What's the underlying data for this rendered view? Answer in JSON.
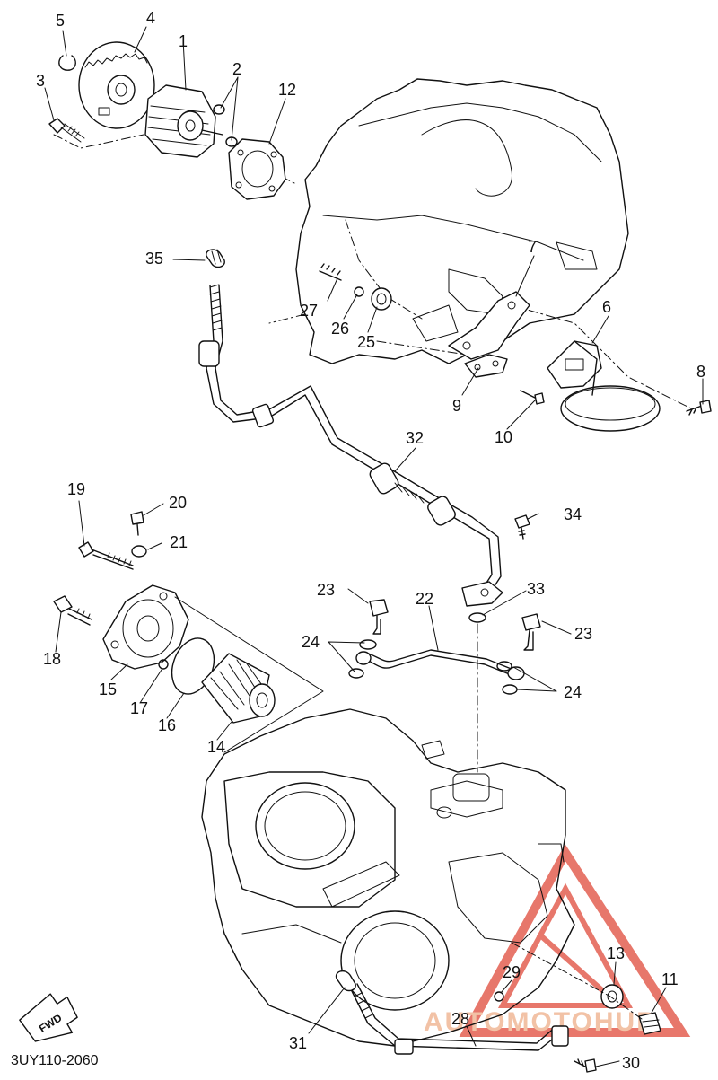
{
  "diagram": {
    "code": "3UY110-2060",
    "forward_label": "FWD",
    "watermark": "AUTOMOTOHUB",
    "watermark_color": "#e04a3a"
  },
  "callouts": {
    "c1": "1",
    "c2": "2",
    "c3": "3",
    "c4": "4",
    "c5": "5",
    "c6": "6",
    "c7": "7",
    "c8": "8",
    "c9": "9",
    "c10": "10",
    "c11": "11",
    "c12": "12",
    "c13": "13",
    "c14": "14",
    "c15": "15",
    "c16": "16",
    "c17": "17",
    "c18": "18",
    "c19": "19",
    "c20": "20",
    "c21": "21",
    "c22": "22",
    "c23a": "23",
    "c23b": "23",
    "c24a": "24",
    "c24b": "24",
    "c25": "25",
    "c26": "26",
    "c27": "27",
    "c28": "28",
    "c29": "29",
    "c30": "30",
    "c31": "31",
    "c32": "32",
    "c33": "33",
    "c34": "34",
    "c35": "35"
  }
}
